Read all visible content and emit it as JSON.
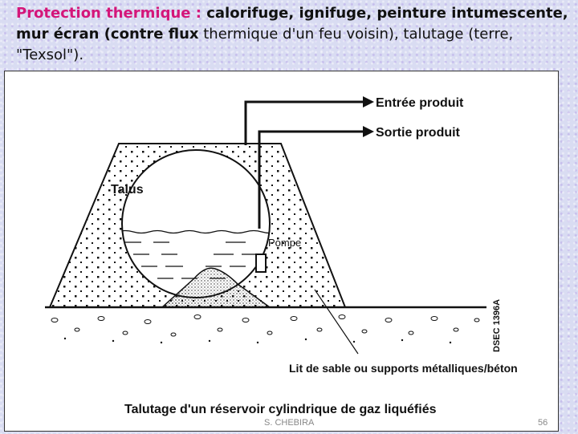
{
  "slide": {
    "title": {
      "prefix": "Protection thermique : ",
      "part1": "calorifuge, ignifuge, peinture intumescente, mur écran (contre ",
      "part2": "flux",
      "part3": " thermique d'un feu voisin), talutage (terre, \"Texsol\")."
    },
    "author": "S. CHEBIRA",
    "page_number": "56"
  },
  "diagram": {
    "inlet_label": "Entrée produit",
    "outlet_label": "Sortie produit",
    "bank_label": "Talus",
    "pump_label": "Pompe",
    "bed_label": "Lit de sable ou supports métalliques/béton",
    "reference": "DSEC 1396A",
    "caption": "Talutage d'un réservoir cylindrique de gaz liquéfiés"
  }
}
